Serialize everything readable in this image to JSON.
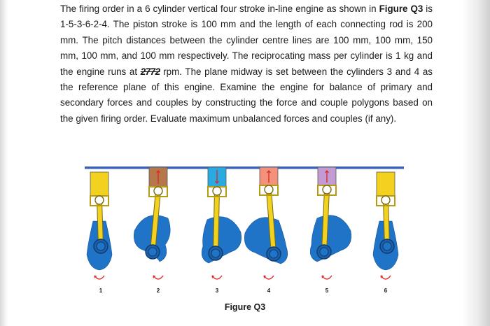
{
  "question": {
    "text_1": "The firing order in a 6 cylinder vertical four stroke in-line engine as shown in ",
    "figure_ref_1": "Figure Q3",
    "text_2": " is 1-5-3-6-2-4. The piston stroke is 100 mm and the length of each connecting rod is 200 mm. The pitch distances between the cylinder centre lines are 100 mm, 100 mm, 150 mm, 100 mm, and 100 mm respectively. The reciprocating mass per cylinder is 1 kg and the engine runs at ",
    "speed": "2772",
    "text_3": " rpm. The plane midway is set between the cylinders 3 and 4 as the reference plane of this engine. Examine the engine for balance of primary and secondary forces and couples by constructing the force and couple polygons based on the given firing order. Evaluate maximum unbalanced forces and couples (if any)."
  },
  "figure": {
    "caption": "Figure Q3",
    "cylinders": [
      {
        "number": "1",
        "piston_color": "#f2d21f"
      },
      {
        "number": "2",
        "piston_color": "#b4784a"
      },
      {
        "number": "3",
        "piston_color": "#29abe2"
      },
      {
        "number": "4",
        "piston_color": "#f4917a"
      },
      {
        "number": "5",
        "piston_color": "#c39bd3"
      },
      {
        "number": "6",
        "piston_color": "#f2d21f"
      }
    ],
    "colors": {
      "frame": "#3a60b8",
      "crank": "#1f74c8",
      "rod": "#f2d21f",
      "arrow": "#e02424"
    }
  }
}
